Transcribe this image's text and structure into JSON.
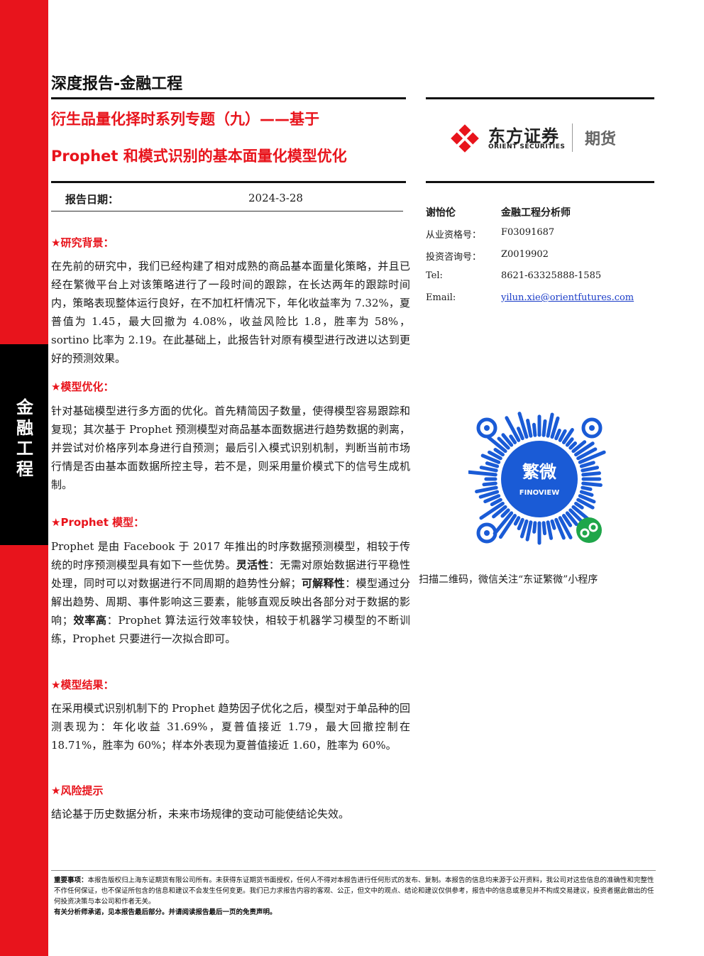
{
  "sidebar": {
    "chars": [
      "金",
      "融",
      "工",
      "程"
    ]
  },
  "header": {
    "report_type": "深度报告-金融工程",
    "title_line1": "衍生品量化择时系列专题（九）——基于",
    "title_line2": "Prophet 和模式识别的基本面量化模型优化",
    "date_label": "报告日期：",
    "date_value": "2024-3-28"
  },
  "logo": {
    "name_cn": "东方证券",
    "name_en": "ORIENT SECURITIES",
    "division": "期货",
    "brand_color": "#e8141c"
  },
  "analyst": {
    "name": "谢怡伦",
    "title": "金融工程分析师",
    "rows": [
      {
        "label": "从业资格号：",
        "value": "F03091687"
      },
      {
        "label": "投资咨询号：",
        "value": "Z0019902"
      },
      {
        "label": "Tel:",
        "value": "8621-63325888-1585"
      },
      {
        "label": "Email:",
        "value": "yilun.xie@orientfutures.com"
      }
    ]
  },
  "sections": {
    "background": {
      "heading": "★研究背景：",
      "text": "在先前的研究中，我们已经构建了相对成熟的商品基本面量化策略，并且已经在繁微平台上对该策略进行了一段时间的跟踪，在长达两年的跟踪时间内，策略表现整体运行良好，在不加杠杆情况下，年化收益率为 7.32%，夏普值为 1.45，最大回撤为 4.08%，收益风险比 1.8，胜率为 58%，sortino 比率为 2.19。在此基础上，此报告针对原有模型进行改进以达到更好的预测效果。"
    },
    "optimization": {
      "heading": "★模型优化：",
      "text": "针对基础模型进行多方面的优化。首先精简因子数量，使得模型容易跟踪和复现；其次基于 Prophet 预测模型对商品基本面数据进行趋势数据的剥离，并尝试对价格序列本身进行自预测；最后引入模式识别机制，判断当前市场行情是否由基本面数据所控主导，若不是，则采用量价模式下的信号生成机制。"
    },
    "prophet": {
      "heading": "★Prophet 模型：",
      "text_1": "Prophet 是由 Facebook 于 2017 年推出的时序数据预测模型，相较于传统的时序预测模型具有如下一些优势。",
      "bold_1": "灵活性",
      "text_2": "：无需对原始数据进行平稳性处理，同时可以对数据进行不同周期的趋势性分解；",
      "bold_2": "可解释性",
      "text_3": "：模型通过分解出趋势、周期、事件影响这三要素，能够直观反映出各部分对于数据的影响；",
      "bold_3": "效率高",
      "text_4": "：Prophet 算法运行效率较快，相较于机器学习模型的不断训练，Prophet 只要进行一次拟合即可。"
    },
    "results": {
      "heading": "★模型结果：",
      "text": "在采用模式识别机制下的 Prophet 趋势因子优化之后，模型对于单品种的回测表现为：年化收益 31.69%，夏普值接近 1.79，最大回撤控制在 18.71%，胜率为 60%；样本外表现为夏普值接近 1.60，胜率为 60%。"
    },
    "risk": {
      "heading": "★风险提示",
      "text": "结论基于历史数据分析，未来市场规律的变动可能使结论失效。"
    }
  },
  "qr": {
    "center_text_cn": "繁微",
    "center_text_en": "FINOVIEW",
    "caption": "扫描二维码，微信关注“东证繁微”小程序",
    "color": "#1a5bd6"
  },
  "disclaimer": {
    "label": "重要事项：",
    "text": "本报告版权归上海东证期货有限公司所有。未获得东证期货书面授权，任何人不得对本报告进行任何形式的发布、复制。本报告的信息均来源于公开资料，我公司对这些信息的准确性和完整性不作任何保证，也不保证所包含的信息和建议不会发生任何变更。我们已力求报告内容的客观、公正，但文中的观点、结论和建议仅供参考，报告中的信息或意见并不构成交易建议，投资者据此做出的任何投资决策与本公司和作者无关。",
    "footer": "有关分析师承诺，见本报告最后部分。并请阅读报告最后一页的免责声明。"
  }
}
